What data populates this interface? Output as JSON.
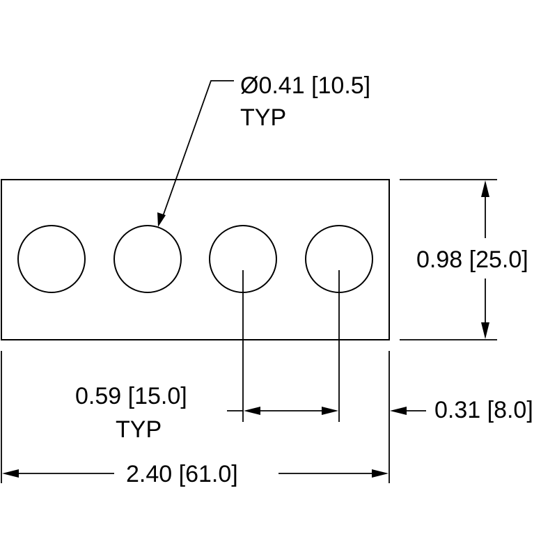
{
  "colors": {
    "line": "#000000",
    "background": "#ffffff"
  },
  "part": {
    "hole_count": 4
  },
  "dimensions": {
    "hole_diameter": {
      "value": "Ø0.41 [10.5]",
      "note": "TYP"
    },
    "height": {
      "value": "0.98 [25.0]"
    },
    "pitch": {
      "value": "0.59 [15.0]",
      "note": "TYP"
    },
    "edge_offset": {
      "value": "0.31 [8.0]"
    },
    "overall_length": {
      "value": "2.40 [61.0]"
    }
  }
}
